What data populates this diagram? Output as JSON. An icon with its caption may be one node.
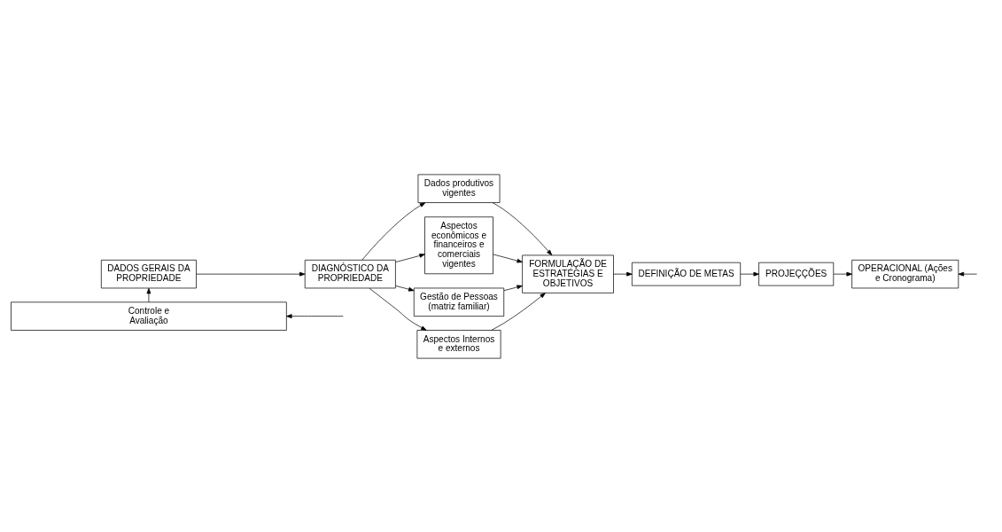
{
  "diagram": {
    "nodes": [
      {
        "text": [
          "DADOS GERAIS DA PROPRIEDADE"
        ]
      },
      {
        "text": [
          "DIAGNÓSTICO DA PROPRIEDADE"
        ]
      },
      {
        "text": [
          "Dados produtivos vigentes"
        ]
      },
      {
        "text": [
          "Aspectos econômicos e financeiros e comerciais vigentes"
        ]
      },
      {
        "text": [
          "Gestão de Pessoas (matriz familiar)"
        ]
      },
      {
        "text": [
          "Aspectos Internos e externos"
        ]
      },
      {
        "text": [
          "FORMULAÇÃO DE ESTRATÉGIAS E OBJETIVOS"
        ]
      },
      {
        "text": [
          "DEFINIÇÃO DE METAS"
        ]
      },
      {
        "text": [
          "PROJEÇÇÕES"
        ]
      },
      {
        "text": [
          "OPERACIONAL (Ações e Cronograma)"
        ]
      },
      {
        "text": [
          "Controle e Avaliação"
        ]
      }
    ],
    "edges": [
      {
        "from": 0,
        "to": 1,
        "arrow": "to"
      },
      {
        "from": 1,
        "to": 2,
        "arrow": "to"
      },
      {
        "from": 1,
        "to": 3,
        "arrow": "to"
      },
      {
        "from": 1,
        "to": 4,
        "arrow": "to"
      },
      {
        "from": 1,
        "to": 5,
        "arrow": "to"
      },
      {
        "from": 2,
        "to": 6,
        "arrow": "to"
      },
      {
        "from": 3,
        "to": 6,
        "arrow": "to"
      },
      {
        "from": 4,
        "to": 6,
        "arrow": "to"
      },
      {
        "from": 5,
        "to": 6,
        "arrow": "to"
      },
      {
        "from": 6,
        "to": 7,
        "arrow": "to"
      },
      {
        "from": 7,
        "to": 8,
        "arrow": "to"
      },
      {
        "from": 8,
        "to": 9,
        "arrow": "to"
      },
      {
        "from": null,
        "to": 9,
        "arrow": "to"
      },
      {
        "from": null,
        "to": 10,
        "arrow": "to"
      },
      {
        "from": 10,
        "to": 0,
        "arrow": "to"
      }
    ]
  }
}
